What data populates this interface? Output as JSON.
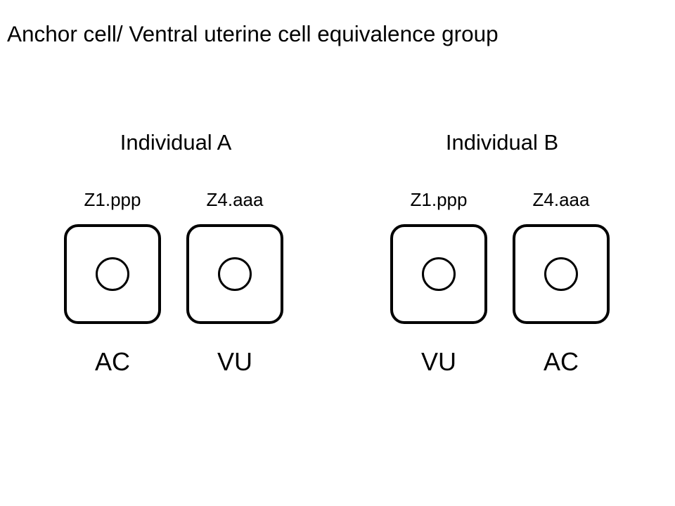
{
  "title": "Anchor cell/ Ventral uterine cell equivalence group",
  "groups": [
    {
      "label": "Individual A",
      "cells": [
        {
          "lineage": "Z1.ppp",
          "fate": "AC"
        },
        {
          "lineage": "Z4.aaa",
          "fate": "VU"
        }
      ]
    },
    {
      "label": "Individual B",
      "cells": [
        {
          "lineage": "Z1.ppp",
          "fate": "VU"
        },
        {
          "lineage": "Z4.aaa",
          "fate": "AC"
        }
      ]
    }
  ],
  "colors": {
    "stroke": "#000000",
    "background": "#ffffff"
  },
  "icons": {
    "cell": "rounded-square-cell-icon",
    "nucleus": "circle-nucleus-icon"
  }
}
